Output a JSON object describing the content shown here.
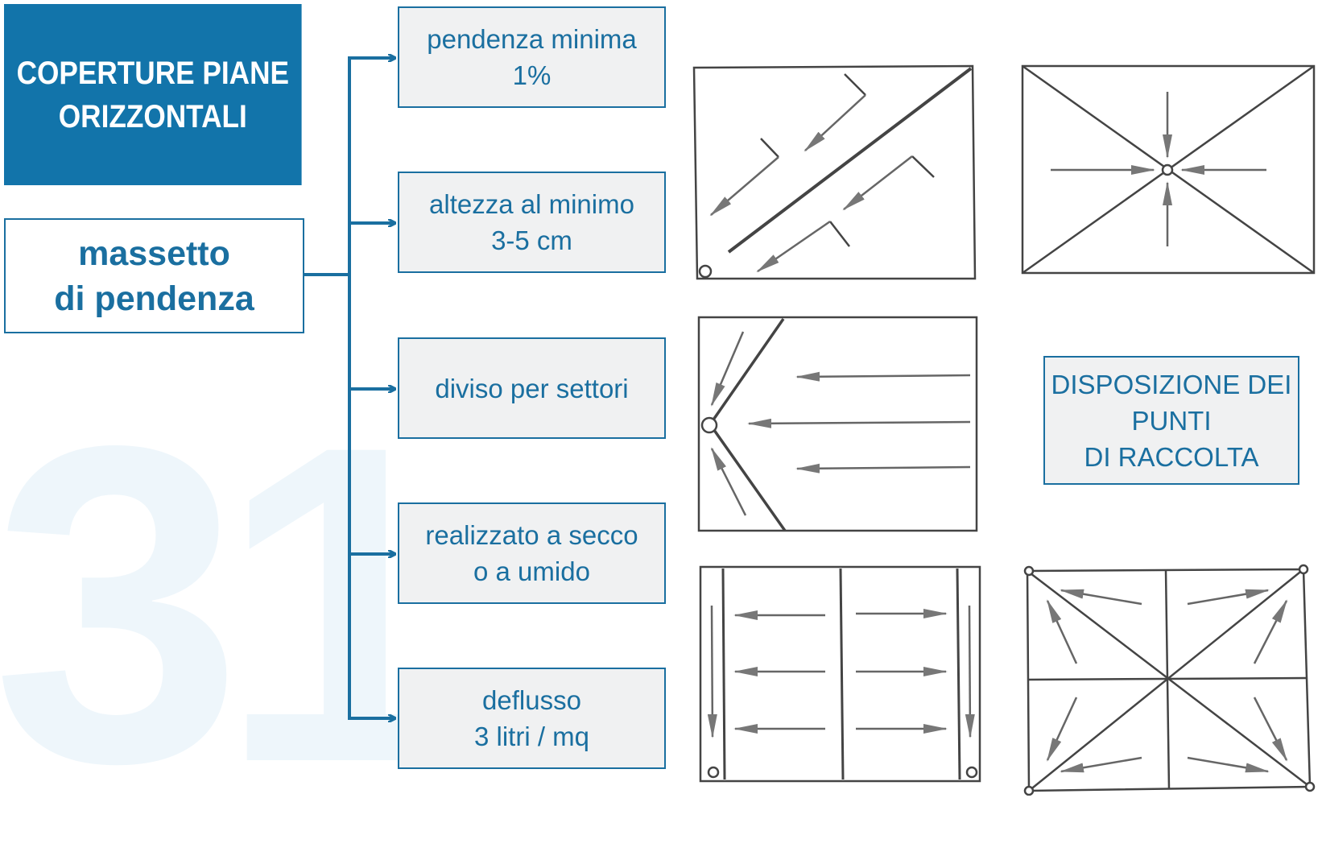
{
  "background_number": "31",
  "title": {
    "line1": "COPERTURE PIANE",
    "line2": "ORIZZONTALI"
  },
  "main": {
    "line1": "massetto",
    "line2": "di pendenza"
  },
  "properties": [
    {
      "line1": "pendenza minima",
      "line2": "1%"
    },
    {
      "line1": "altezza al minimo",
      "line2": "3-5 cm"
    },
    {
      "line1": "diviso per settori",
      "line2": ""
    },
    {
      "line1": "realizzato a secco",
      "line2": "o a umido"
    },
    {
      "line1": "deflusso",
      "line2": "3 litri / mq"
    }
  ],
  "disposition_label": {
    "line1": "DISPOSIZIONE DEI",
    "line2": "PUNTI",
    "line3": "DI RACCOLTA"
  },
  "colors": {
    "accent": "#1274aa",
    "box_fill": "#f0f1f2",
    "border": "#1a6fa0",
    "watermark": "#eef6fb"
  }
}
